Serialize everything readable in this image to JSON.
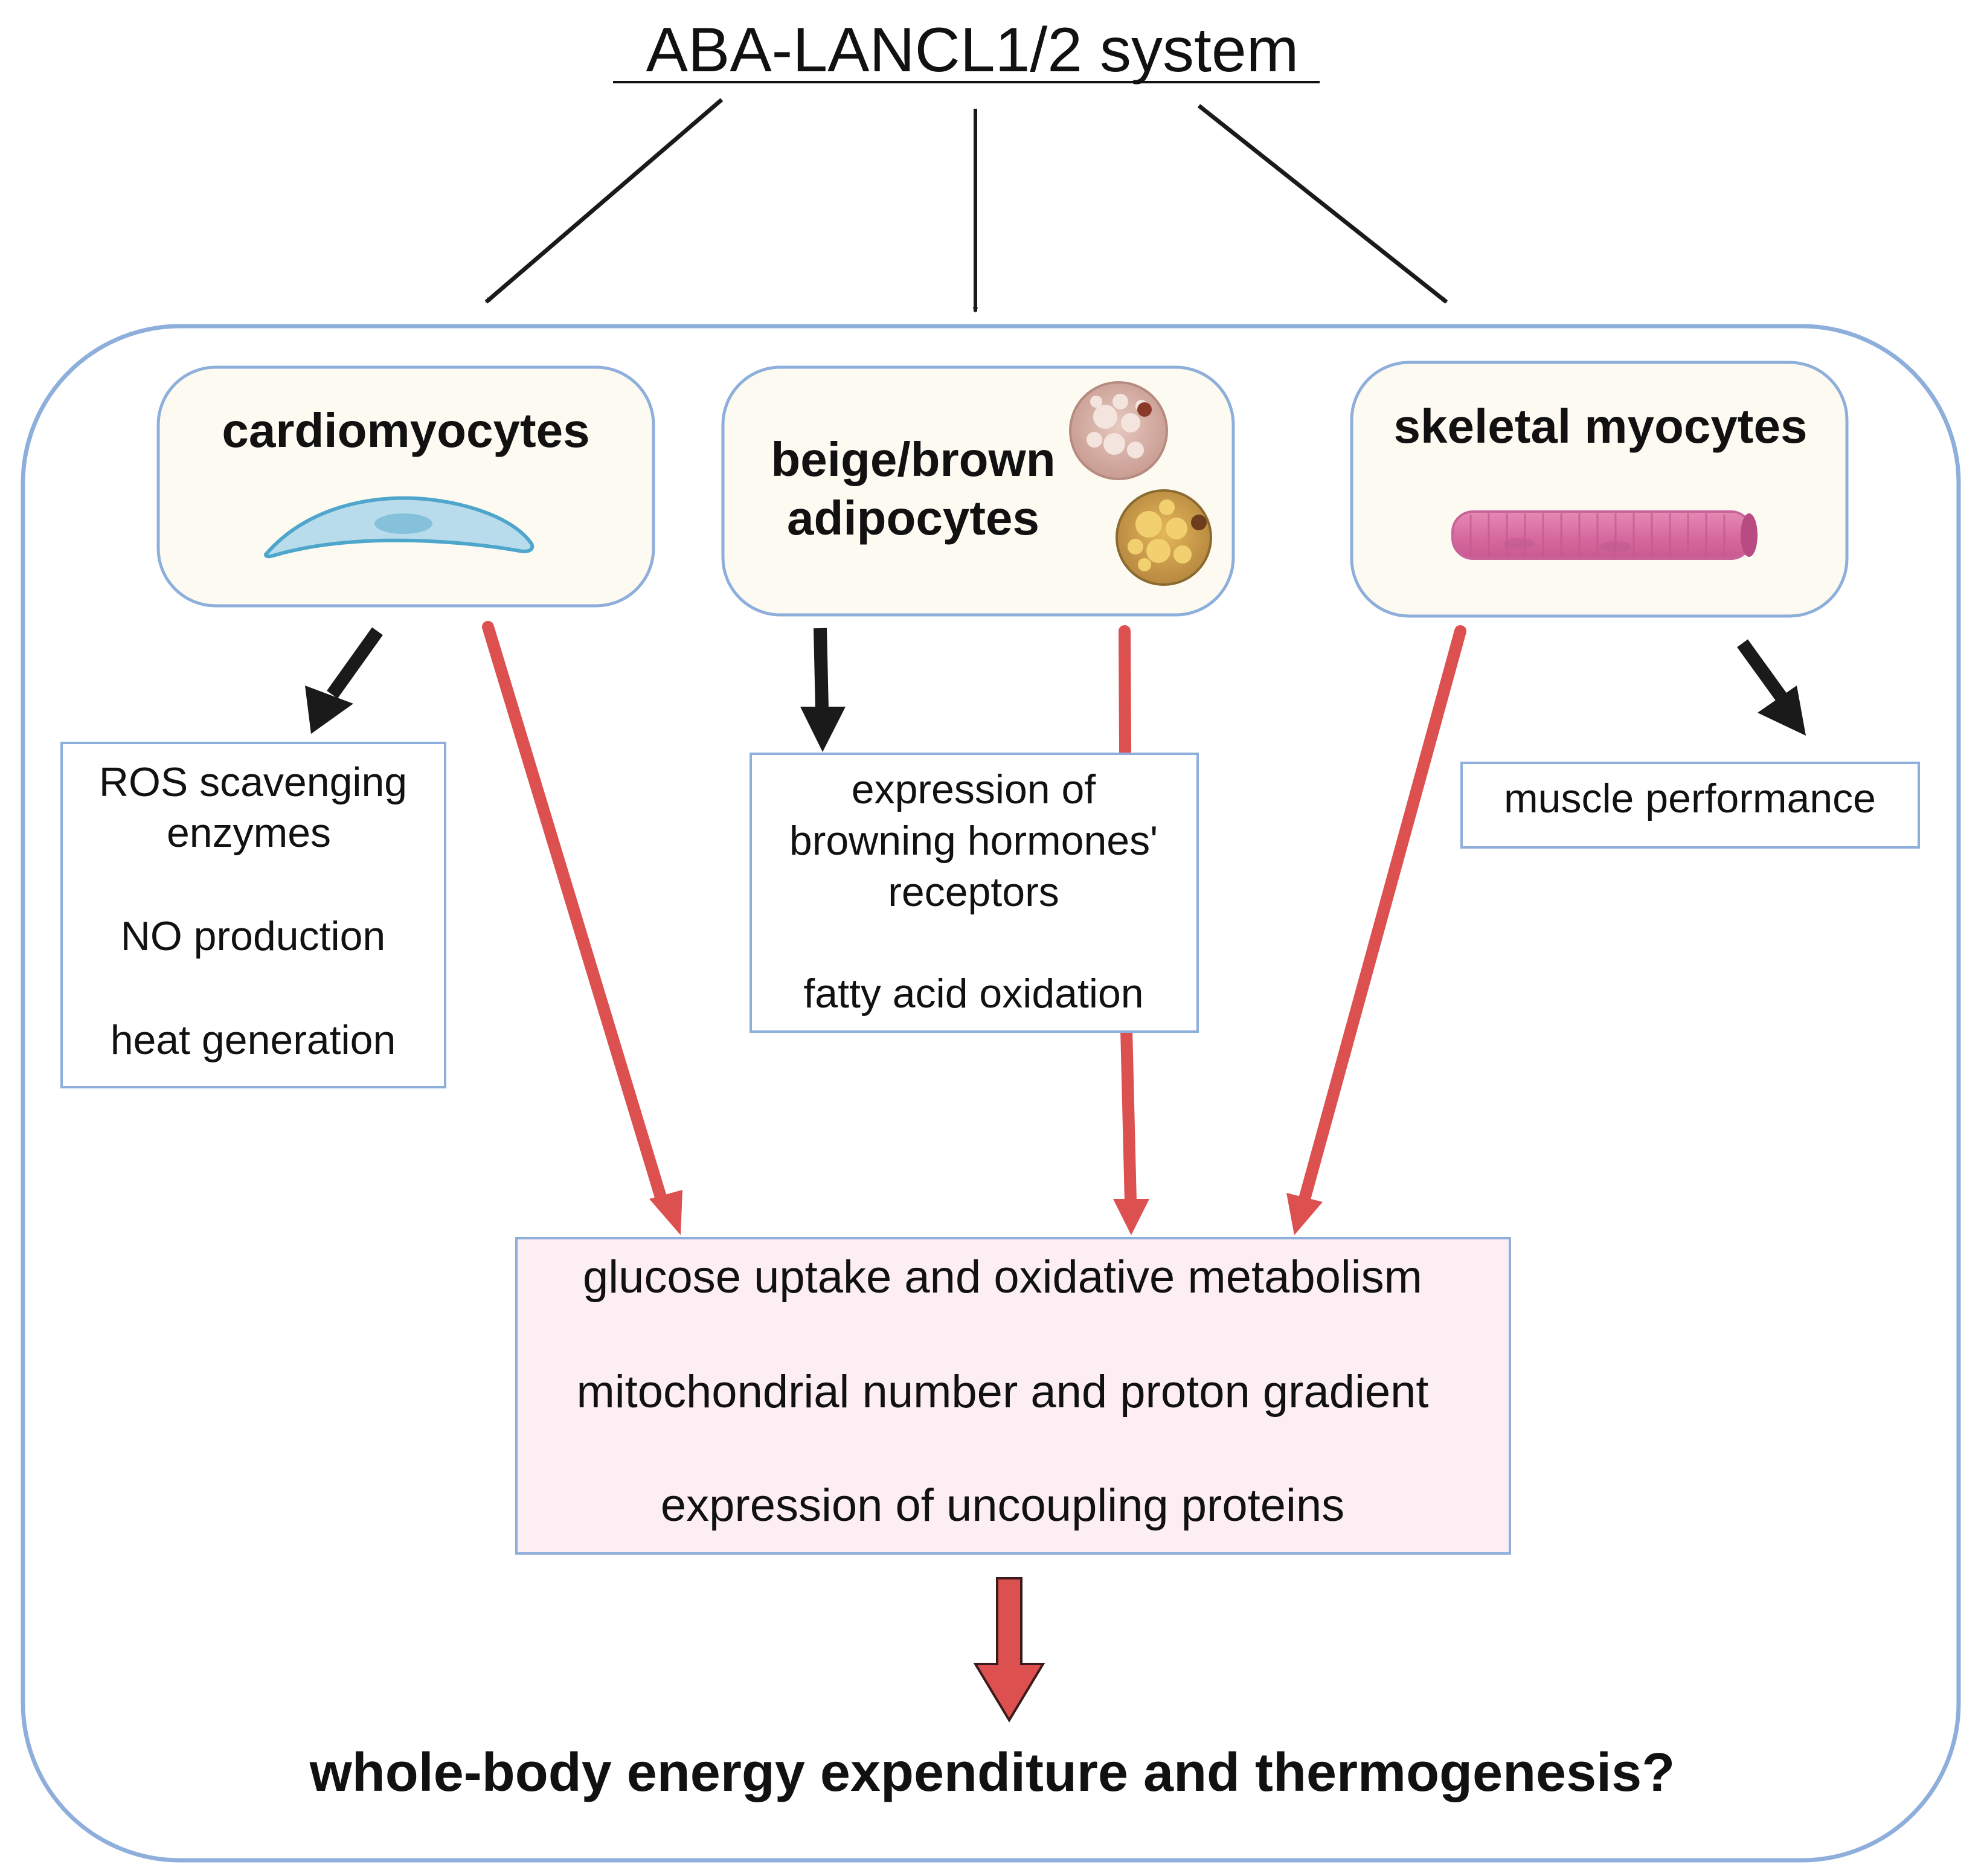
{
  "title": "ABA-LANCL1/2 system",
  "cells": {
    "cardiomyocytes": {
      "label": "cardiomyocytes"
    },
    "adipocytes": {
      "label_line1": "beige/brown",
      "label_line2": "adipocytes"
    },
    "skeletal": {
      "label": "skeletal myocytes"
    }
  },
  "effects": {
    "cardio": {
      "line1": "ROS scavenging",
      "line2": "enzymes",
      "line3": "NO production",
      "line4": "heat generation"
    },
    "adipo": {
      "line1": "expression of",
      "line2": "browning hormones'",
      "line3": "receptors",
      "line4": "fatty acid oxidation"
    },
    "skeletal": {
      "line1": "muscle performance"
    }
  },
  "shared": {
    "line1": "glucose uptake and oxidative metabolism",
    "line2": "mitochondrial number and proton gradient",
    "line3": "expression of uncoupling proteins"
  },
  "outcome": "whole-body energy expenditure and thermogenesis?",
  "colors": {
    "outer_border": "#8eaedb",
    "cell_box_fill": "#fdfbf1",
    "effect_border": "#8eaedb",
    "shared_fill": "#fdeef3",
    "red_arrow": "#dd5050",
    "black_arrow": "#1a1a1a"
  }
}
